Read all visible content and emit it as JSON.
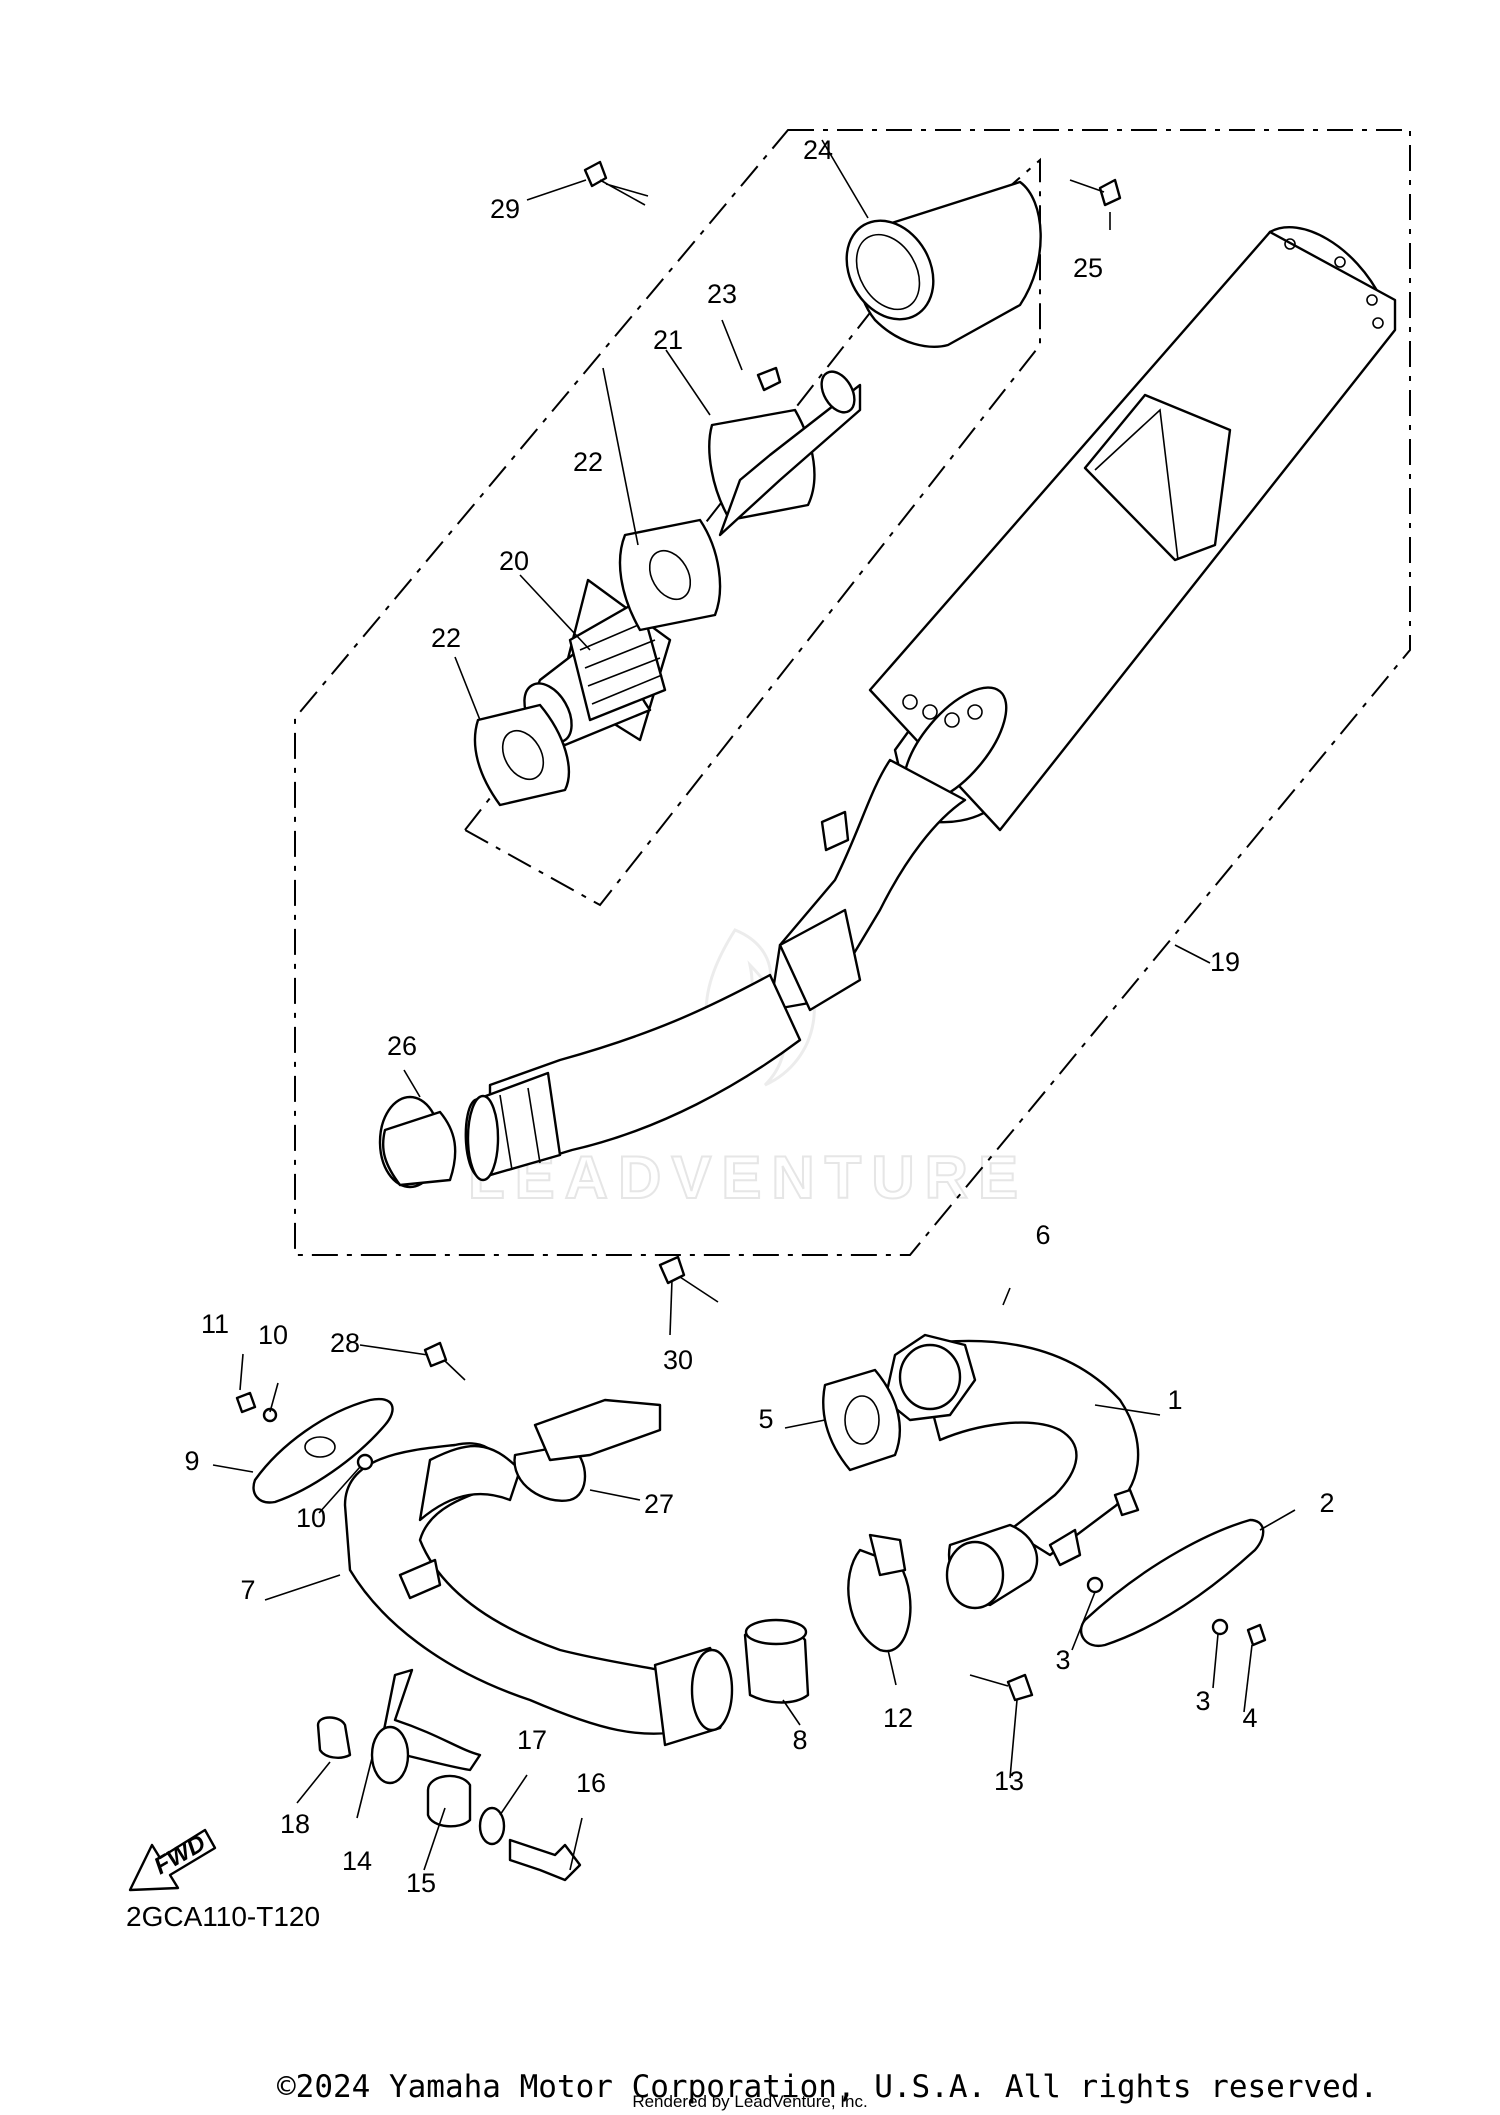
{
  "diagram": {
    "title_code": "2GCA110-T120",
    "copyright": "©2024 Yamaha Motor Corporation, U.S.A. All rights reserved.",
    "rendered_by": "Rendered by LeadVenture, Inc.",
    "watermark": "LEADVENTURE",
    "direction_label": "FWD"
  },
  "callouts": [
    {
      "id": "c1",
      "label": "1"
    },
    {
      "id": "c2",
      "label": "2"
    },
    {
      "id": "c3a",
      "label": "3"
    },
    {
      "id": "c3b",
      "label": "3"
    },
    {
      "id": "c4",
      "label": "4"
    },
    {
      "id": "c5",
      "label": "5"
    },
    {
      "id": "c6",
      "label": "6"
    },
    {
      "id": "c7",
      "label": "7"
    },
    {
      "id": "c8",
      "label": "8"
    },
    {
      "id": "c9",
      "label": "9"
    },
    {
      "id": "c10a",
      "label": "10"
    },
    {
      "id": "c10b",
      "label": "10"
    },
    {
      "id": "c11",
      "label": "11"
    },
    {
      "id": "c12",
      "label": "12"
    },
    {
      "id": "c13",
      "label": "13"
    },
    {
      "id": "c14",
      "label": "14"
    },
    {
      "id": "c15",
      "label": "15"
    },
    {
      "id": "c16",
      "label": "16"
    },
    {
      "id": "c17",
      "label": "17"
    },
    {
      "id": "c18",
      "label": "18"
    },
    {
      "id": "c19",
      "label": "19"
    },
    {
      "id": "c20",
      "label": "20"
    },
    {
      "id": "c21",
      "label": "21"
    },
    {
      "id": "c22a",
      "label": "22"
    },
    {
      "id": "c22b",
      "label": "22"
    },
    {
      "id": "c23",
      "label": "23"
    },
    {
      "id": "c24",
      "label": "24"
    },
    {
      "id": "c25",
      "label": "25"
    },
    {
      "id": "c26",
      "label": "26"
    },
    {
      "id": "c27",
      "label": "27"
    },
    {
      "id": "c28",
      "label": "28"
    },
    {
      "id": "c29",
      "label": "29"
    },
    {
      "id": "c30",
      "label": "30"
    }
  ]
}
